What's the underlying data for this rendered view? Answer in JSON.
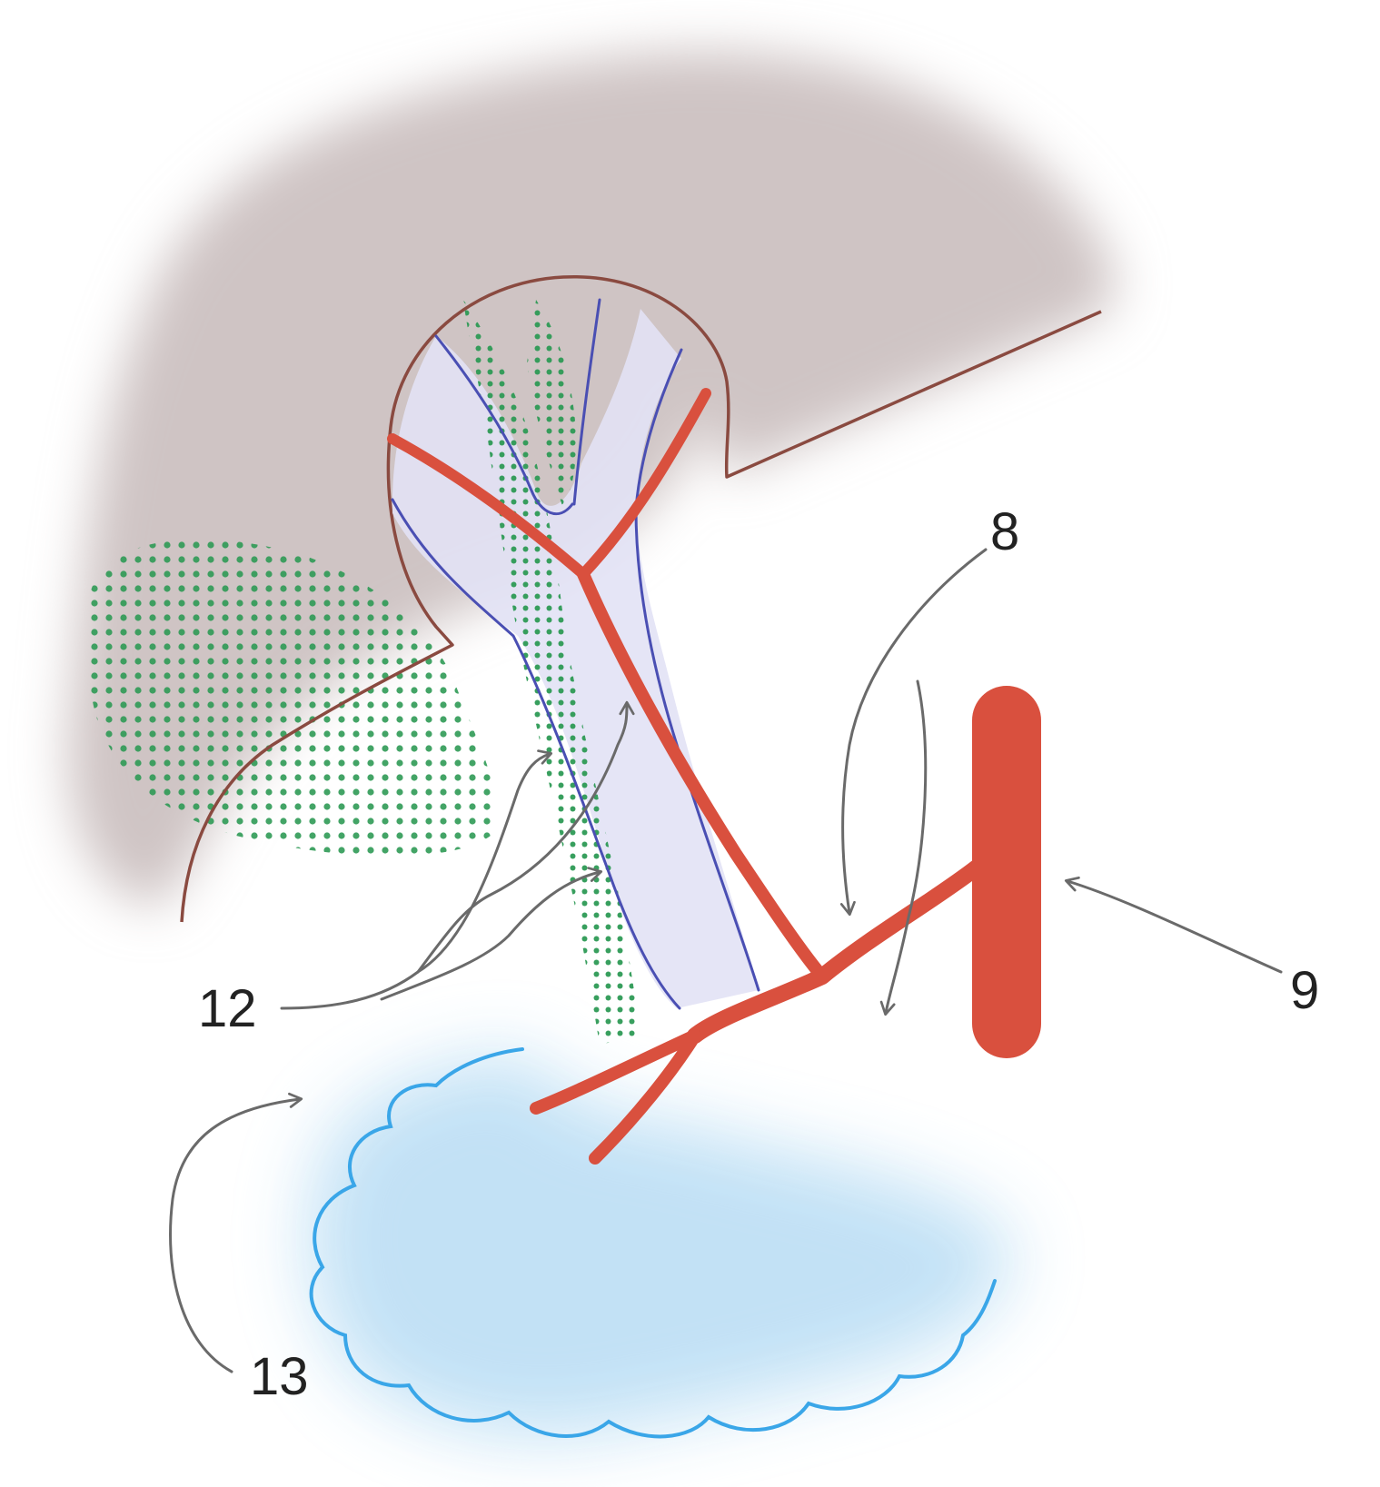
{
  "labels": {
    "label_8": "8",
    "label_9": "9",
    "label_12": "12",
    "label_13": "13"
  },
  "colors": {
    "tissue": "#cfc4c4",
    "organ_outline": "#8a4a40",
    "artery": "#d9503e",
    "duct": "#4a4fb3",
    "dots": "#2e9a55",
    "cloud_outline": "#3aa6e8",
    "cloud_fill": "#bfe0f5",
    "leader": "#6a6a6a"
  }
}
